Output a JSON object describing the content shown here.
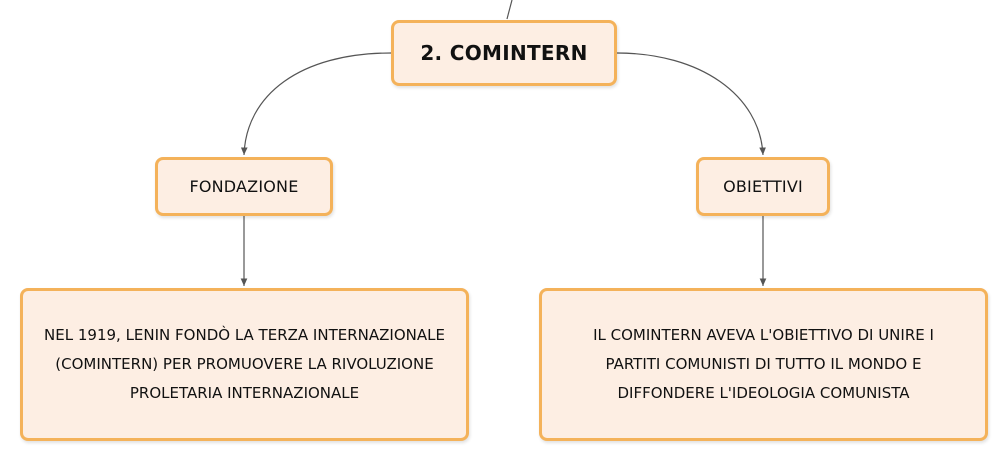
{
  "diagram": {
    "root": {
      "label": "2. COMINTERN"
    },
    "branches": [
      {
        "label": "FONDAZIONE",
        "description_lines": [
          "NEL 1919, LENIN FONDÒ LA TERZA INTERNAZIONALE",
          "(COMINTERN) PER PROMUOVERE LA RIVOLUZIONE",
          "PROLETARIA INTERNAZIONALE"
        ]
      },
      {
        "label": "OBIETTIVI",
        "description_lines": [
          "IL COMINTERN AVEVA L'OBIETTIVO DI UNIRE I",
          "PARTITI COMUNISTI DI TUTTO IL MONDO E",
          "DIFFONDERE L'IDEOLOGIA COMUNISTA"
        ]
      }
    ]
  },
  "colors": {
    "node_fill": "#fdeee3",
    "node_border": "#f4b25a",
    "connector": "#555555",
    "text": "#111111"
  }
}
